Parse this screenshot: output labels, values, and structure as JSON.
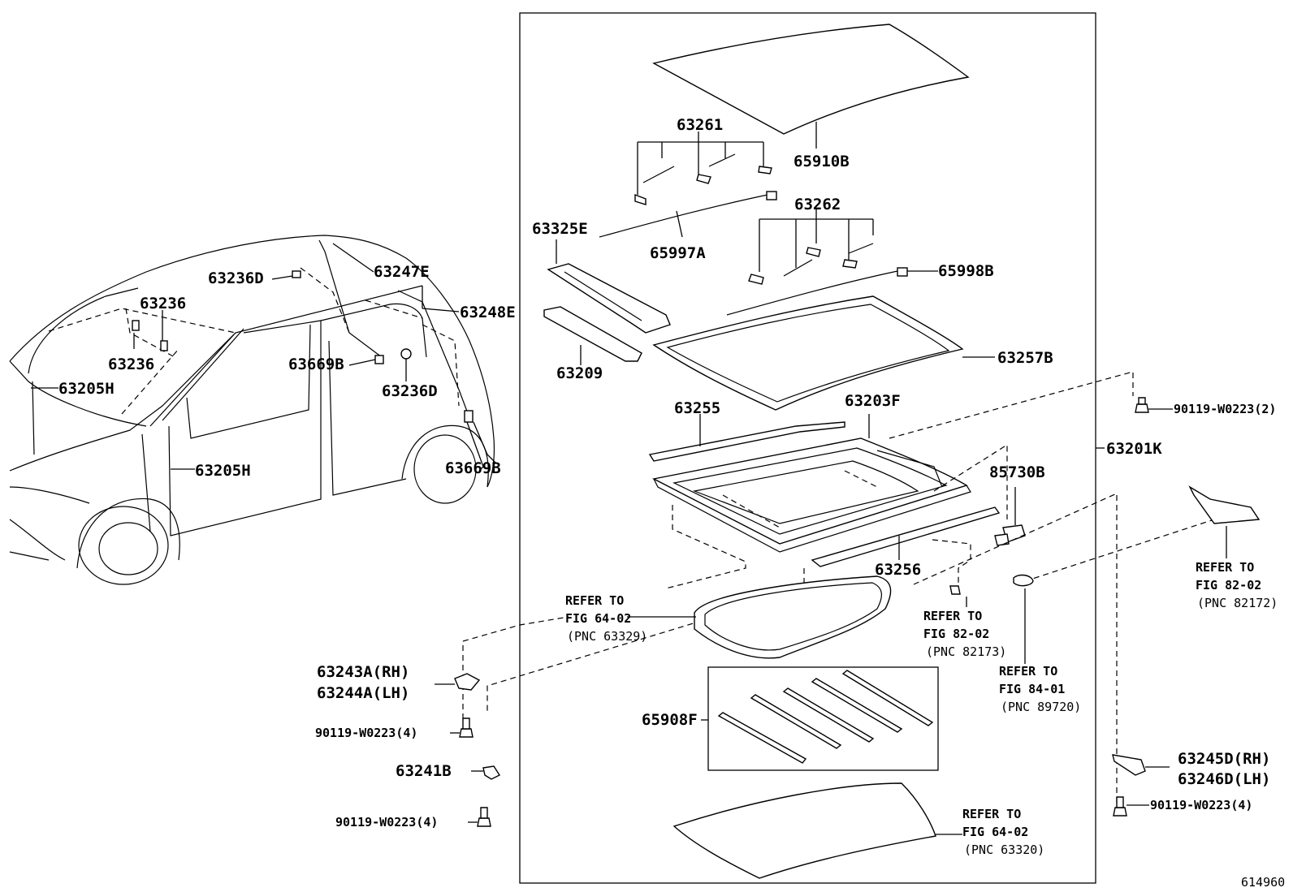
{
  "labels": {
    "p65910B": "65910B",
    "p63261": "63261",
    "p63325E": "63325E",
    "p65997A": "65997A",
    "p63262": "63262",
    "p65998B": "65998B",
    "p63209": "63209",
    "p63257B": "63257B",
    "p63255": "63255",
    "p63203F": "63203F",
    "p63201K": "63201K",
    "p85730B": "85730B",
    "p63256": "63256",
    "p65908F": "65908F",
    "p63236D_a": "63236D",
    "p63247E": "63247E",
    "p63236_a": "63236",
    "p63248E": "63248E",
    "p63236_b": "63236",
    "p63669B_a": "63669B",
    "p63205H_a": "63205H",
    "p63236D_b": "63236D",
    "p63205H_b": "63205H",
    "p63669B_b": "63669B",
    "p63243A": "63243A(RH)",
    "p63244A": "63244A(LH)",
    "p63241B": "63241B",
    "bolt1": "90119-W0223(2)",
    "bolt2": "90119-W0223(4)",
    "bolt3": "90119-W0223(4)",
    "bolt4": "90119-W0223(4)",
    "p63245D": "63245D(RH)",
    "p63246D": "63246D(LH)",
    "fig_number": "614960"
  },
  "refs": {
    "r1": [
      "REFER TO",
      "FIG 64-02",
      "(PNC 63329)"
    ],
    "r2": [
      "REFER TO",
      "FIG 82-02",
      "(PNC 82173)"
    ],
    "r3": [
      "REFER TO",
      "FIG 84-01",
      "(PNC 89720)"
    ],
    "r4": [
      "REFER TO",
      "FIG 82-02",
      "(PNC 82172)"
    ],
    "r5": [
      "REFER TO",
      "FIG 64-02",
      "(PNC 63320)"
    ]
  }
}
